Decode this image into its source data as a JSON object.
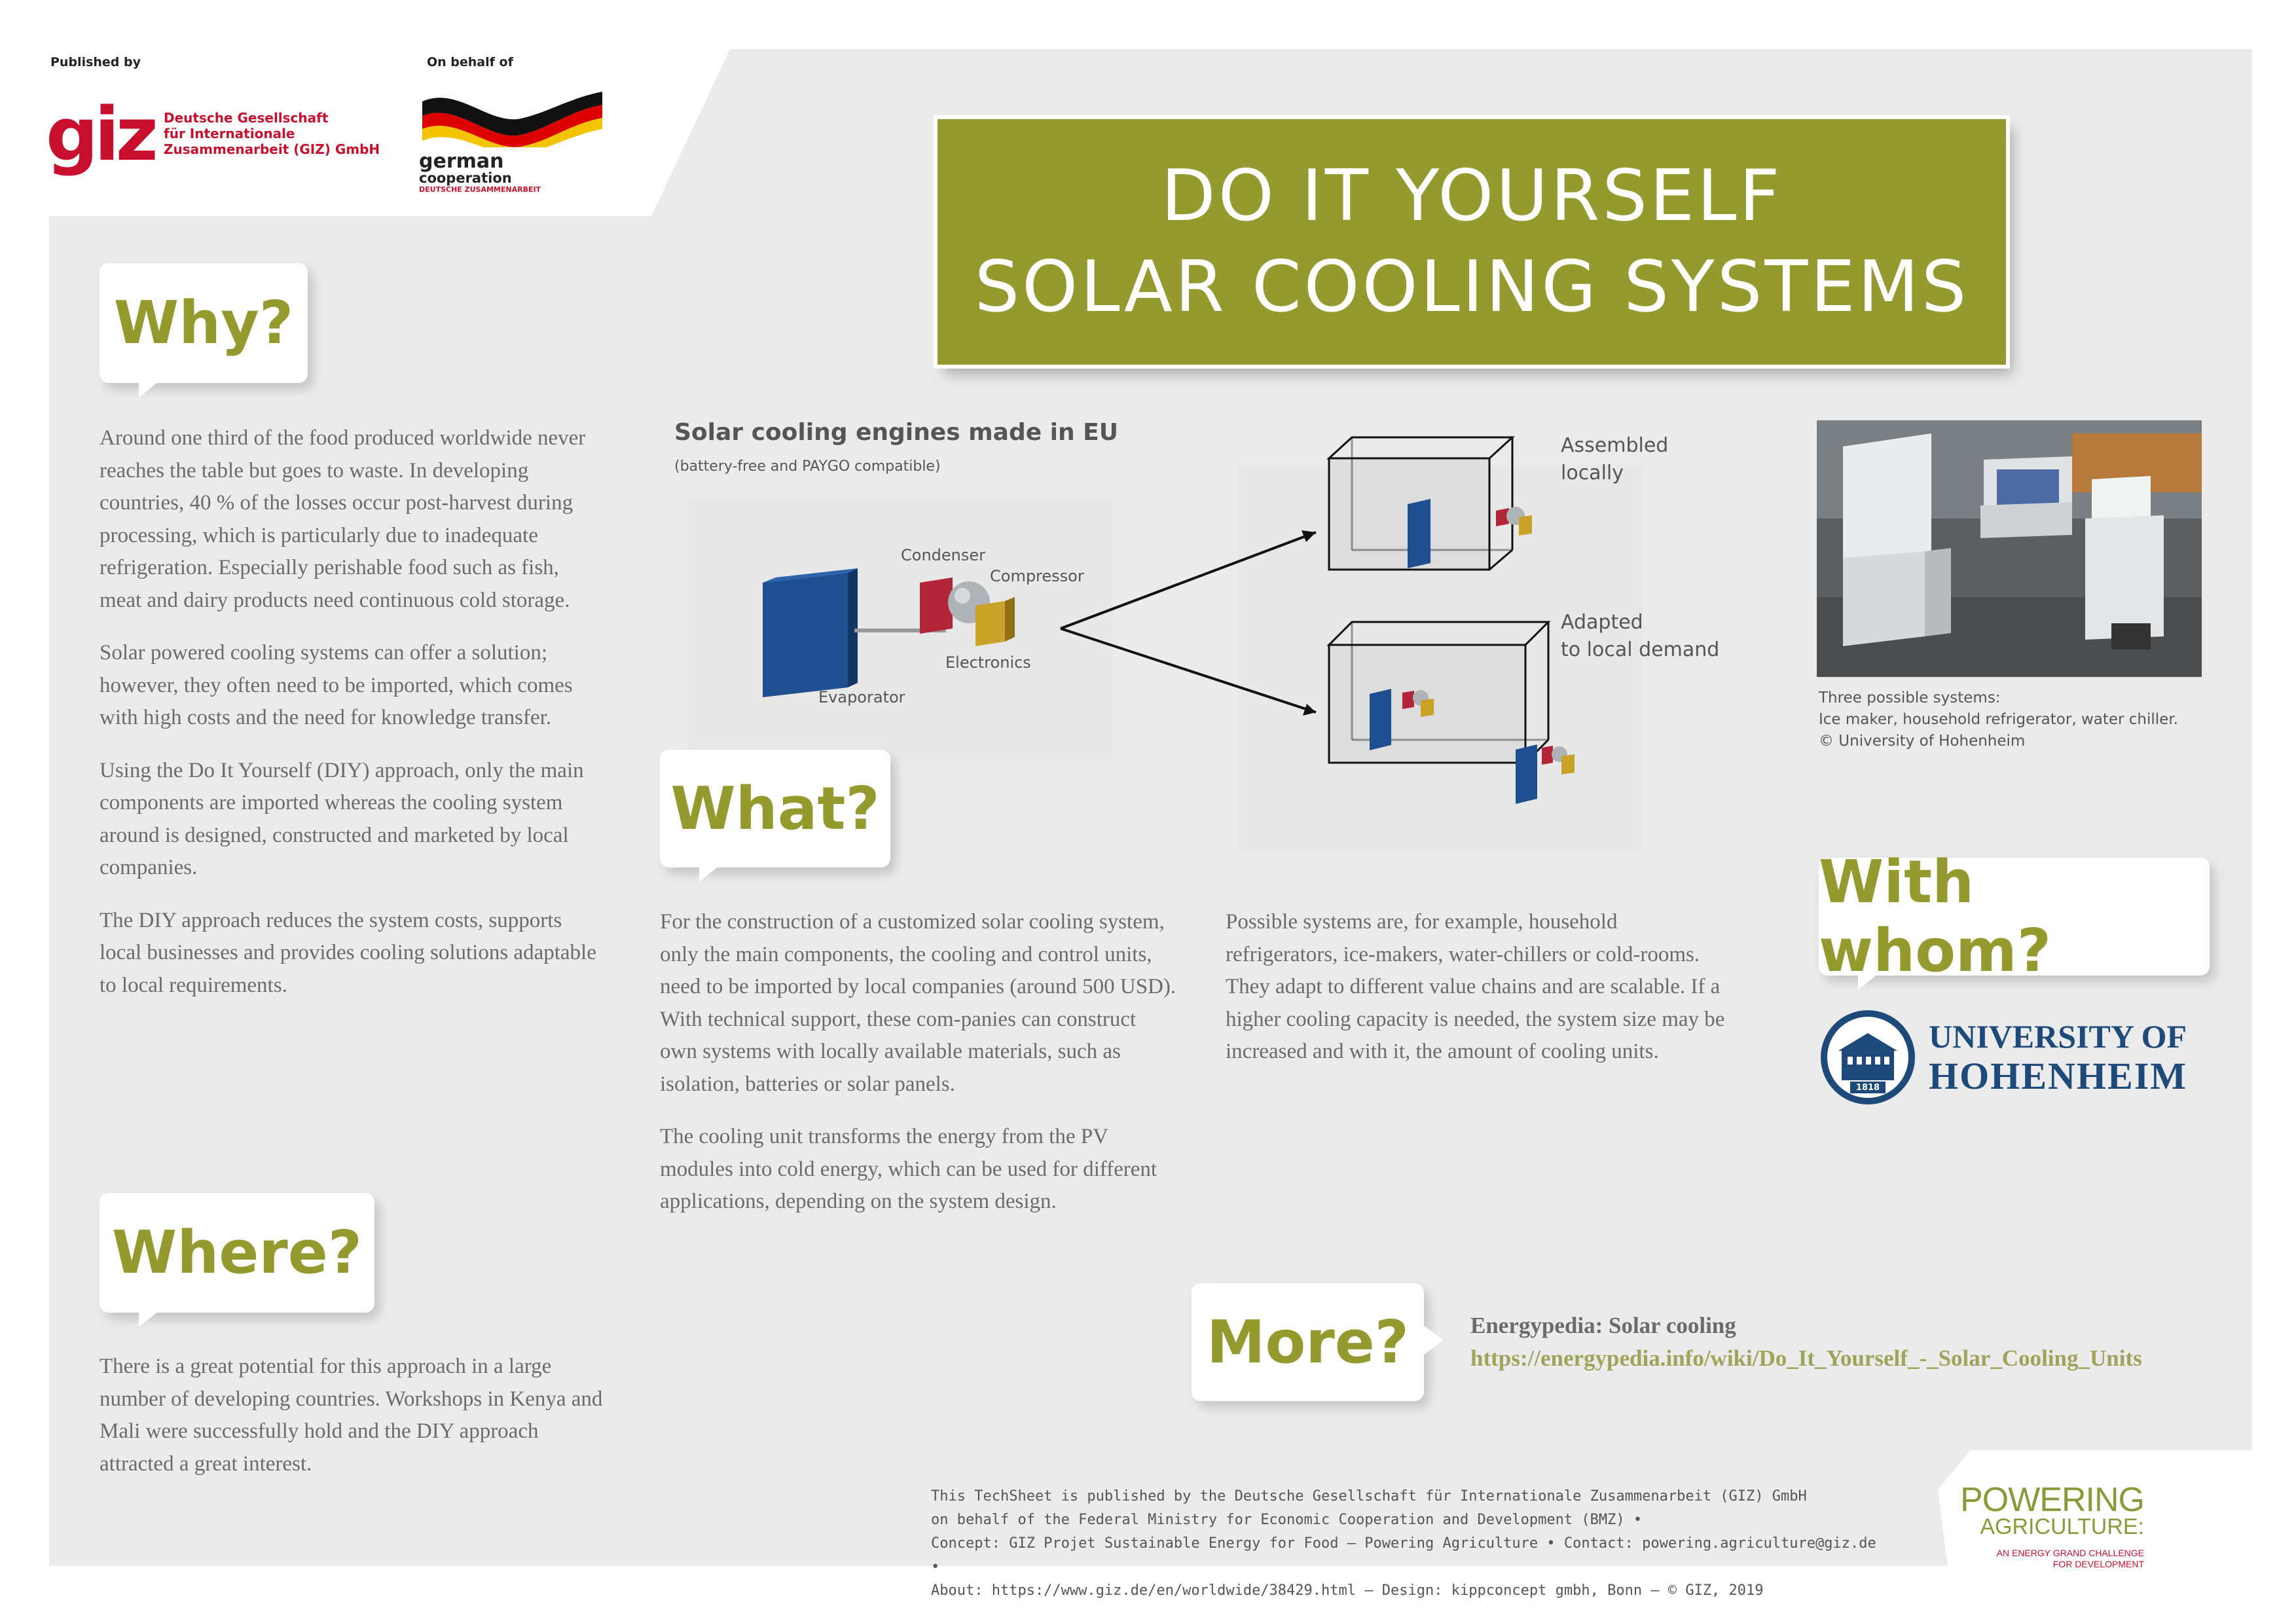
{
  "header": {
    "published_by": "Published by",
    "on_behalf_of": "On behalf of",
    "giz_logo": "giz",
    "giz_name": [
      "Deutsche Gesellschaft",
      "für Internationale",
      "Zusammenarbeit (GIZ) GmbH"
    ],
    "gc_german": "german",
    "gc_cooperation": "cooperation",
    "gc_sub": "DEUTSCHE ZUSAMMENARBEIT"
  },
  "title": {
    "line1": "DO IT YOURSELF",
    "line2": "SOLAR COOLING SYSTEMS"
  },
  "why": {
    "heading": "Why?",
    "paragraphs": [
      "Around one third of the food produced worldwide never reaches the table but goes to waste. In developing countries, 40 % of the losses occur post-harvest during processing, which is particularly due to inadequate refrigeration. Especially perishable food such as fish, meat and dairy products need continuous cold storage.",
      "Solar powered cooling systems can offer a solution; however, they often need to be imported, which comes with high costs and the need for knowledge transfer.",
      "Using the Do It Yourself (DIY) approach, only the main components are imported whereas the cooling system around is designed, constructed and marketed by local companies.",
      "The DIY approach reduces the system costs, supports local businesses and provides cooling solutions adaptable to local requirements."
    ]
  },
  "where": {
    "heading": "Where?",
    "paragraphs": [
      "There is a great potential for this approach in a large number of developing countries. Workshops in Kenya and Mali were successfully hold and the DIY approach attracted a great interest."
    ]
  },
  "diagram": {
    "title": "Solar cooling engines made in EU",
    "subtitle": "(battery-free and PAYGO compatible)",
    "condenser": "Condenser",
    "compressor": "Compressor",
    "electronics": "Electronics",
    "evaporator": "Evaporator",
    "assembled_1": "Assembled",
    "assembled_2": "locally",
    "adapted_1": "Adapted",
    "adapted_2": "to local demand"
  },
  "photo": {
    "caption_1": "Three possible systems:",
    "caption_2": "Ice maker, household refrigerator, water chiller.",
    "caption_3": "© University of Hohenheim"
  },
  "what": {
    "heading": "What?",
    "col1": [
      "For the construction of a customized solar cooling system, only the main components, the cooling and control units, need to be imported by local companies (around 500 USD). With technical support, these com-panies can construct own systems with locally available materials, such as isolation, batteries or solar panels.",
      "The cooling unit transforms the energy from the PV modules into cold energy, which can be used for different applications, depending on the system design."
    ],
    "col2": [
      "Possible systems are, for example, household refrigerators, ice-makers, water-chillers or cold-rooms. They adapt to different value chains and are scalable. If a higher cooling capacity is needed, the system size may be increased and with it, the amount of cooling units."
    ]
  },
  "with_whom": {
    "heading": "With whom?",
    "uni_line1": "UNIVERSITY OF",
    "uni_line2": "HOHENHEIM",
    "seal_year": "1818"
  },
  "more": {
    "heading": "More?",
    "link_title": "Energypedia: Solar cooling",
    "link_url": "https://energypedia.info/wiki/Do_It_Yourself_-_Solar_Cooling_Units"
  },
  "footer": {
    "lines": [
      "This TechSheet is published by the Deutsche Gesellschaft für Internationale Zusammenarbeit (GIZ) GmbH",
      "on behalf of the Federal Ministry for Economic Cooperation and Development (BMZ) •",
      "Concept: GIZ Projet Sustainable Energy for Food – Powering Agriculture • Contact: powering.agriculture@giz.de •",
      "About: https://www.giz.de/en/worldwide/38429.html – Design: kippconcept gmbh, Bonn – © GIZ, 2019"
    ],
    "pa_line1": "POWERING",
    "pa_line2": "AGRICULTURE:",
    "pa_line3": "AN ENERGY GRAND CHALLENGE",
    "pa_line4": "FOR DEVELOPMENT"
  },
  "colors": {
    "olive": "#959a2f",
    "panel_grey": "#ebebeb",
    "giz_red": "#c8102e",
    "hohenheim_blue": "#1d4a7a"
  }
}
